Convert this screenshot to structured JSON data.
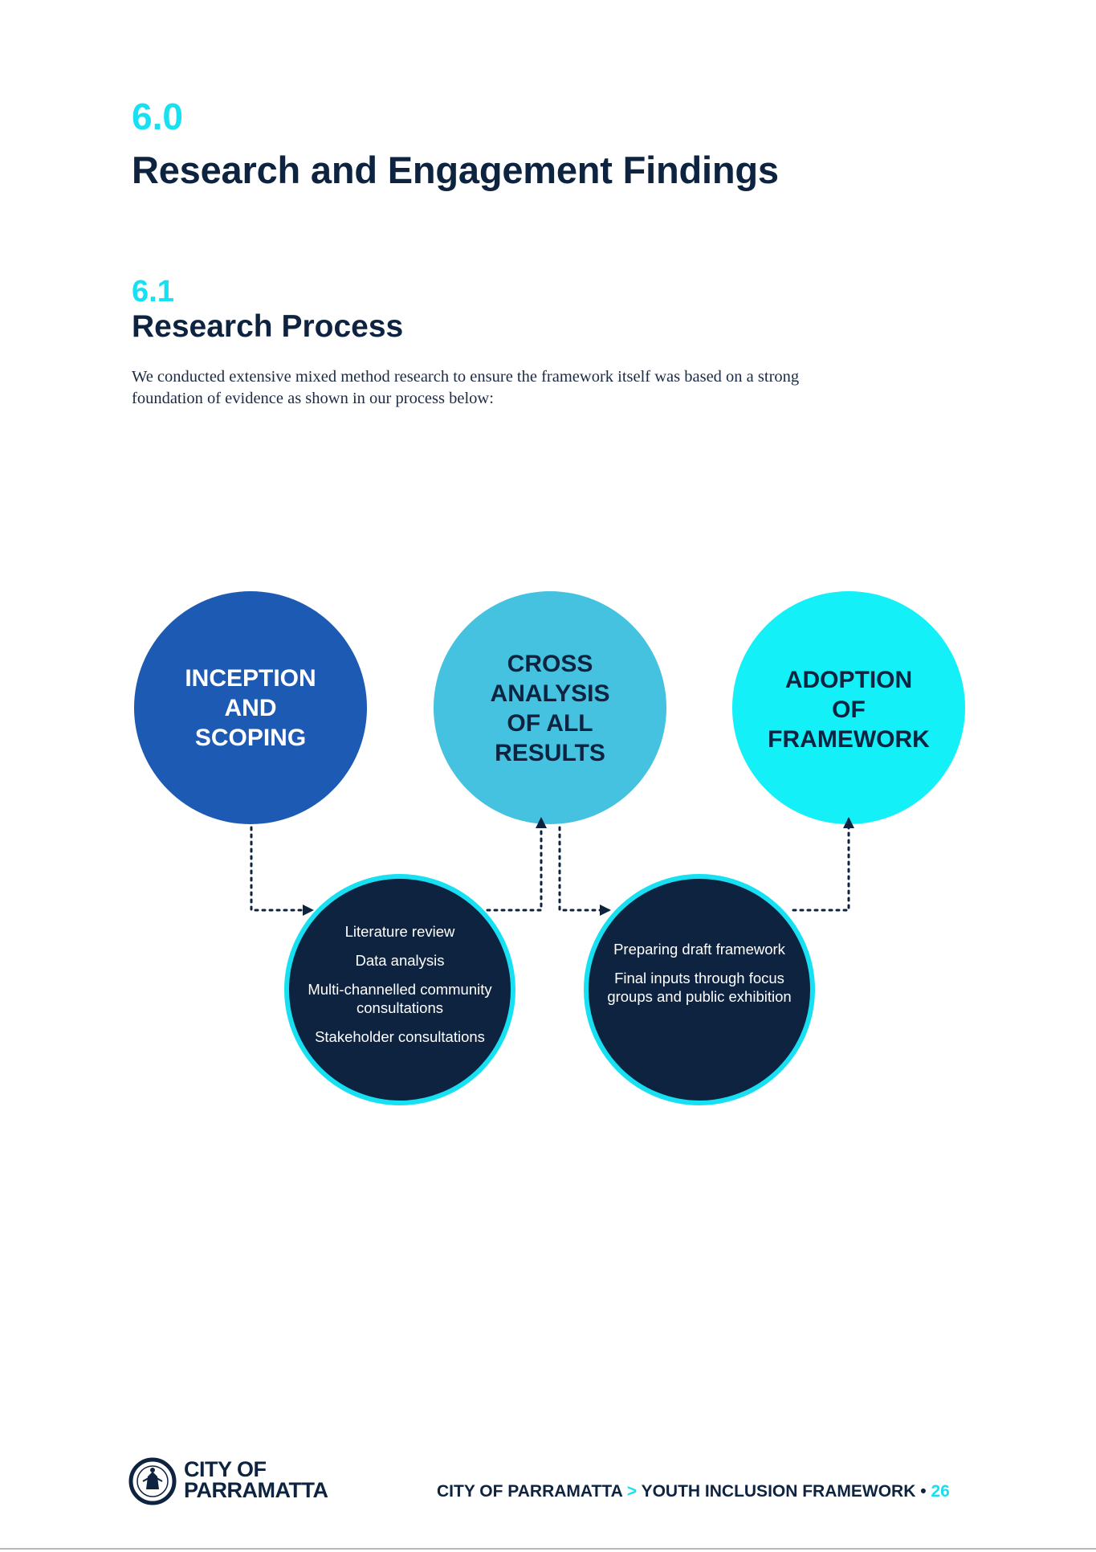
{
  "heading": {
    "number": "6.0",
    "title": "Research and Engagement Findings"
  },
  "subheading": {
    "number": "6.1",
    "title": "Research Process"
  },
  "intro": {
    "line1": "We conducted extensive mixed method research to ensure the framework itself was based on a strong",
    "line2": "foundation of evidence as shown in our process below:"
  },
  "diagram": {
    "stages": [
      {
        "lines": [
          "INCEPTION",
          "AND",
          "SCOPING"
        ],
        "color": "#1c5ab4"
      },
      {
        "lines": [
          "CROSS",
          "ANALYSIS",
          "OF ALL",
          "RESULTS"
        ],
        "color": "#44c2e0"
      },
      {
        "lines": [
          "ADOPTION",
          "OF",
          "FRAMEWORK"
        ],
        "color": "#13f0f8"
      }
    ],
    "activities": [
      {
        "items": [
          "Literature review",
          "Data analysis",
          "Multi-channelled community consultations",
          "Stakeholder consultations"
        ]
      },
      {
        "items": [
          "Preparing draft framework",
          "Final inputs through focus groups and public exhibition"
        ]
      }
    ],
    "activity_fill": "#0d2340",
    "activity_border": "#16e0f2"
  },
  "footer": {
    "logo_line1": "CITY OF",
    "logo_line2": "PARRAMATTA",
    "crumb_left": "CITY OF PARRAMATTA",
    "crumb_sep": ">",
    "crumb_right": "YOUTH INCLUSION FRAMEWORK",
    "bullet": "•",
    "page": "26"
  }
}
